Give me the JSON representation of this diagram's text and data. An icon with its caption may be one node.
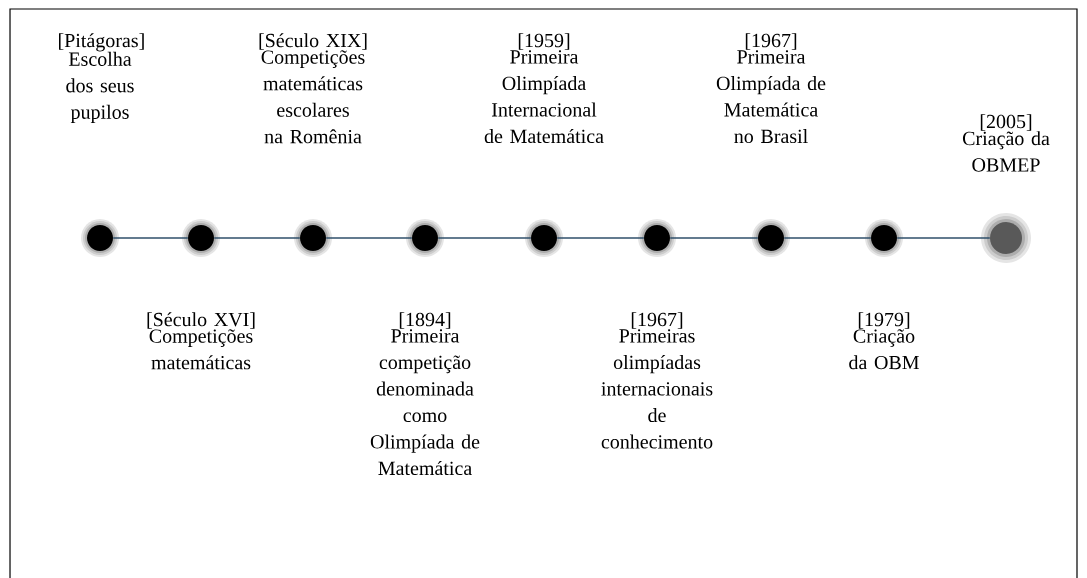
{
  "diagram": {
    "nodes": [
      {
        "text": [],
        "shape": "circle",
        "beside": [
          "[Pitágoras]",
          "Escolha dos seus pupilos"
        ]
      },
      {
        "text": [],
        "shape": "circle",
        "beside": [
          "[Século XVI]",
          "Competições matemáticas"
        ]
      },
      {
        "text": [],
        "shape": "circle",
        "beside": [
          "[Século XIX]",
          "Competições matemáticas escolares na Romênia"
        ]
      },
      {
        "text": [],
        "shape": "circle",
        "beside": [
          "[1894]",
          "Primeira competição denominada como Olimpíada de Matemática"
        ]
      },
      {
        "text": [],
        "shape": "circle",
        "beside": [
          "[1959]",
          "Primeira Olimpíada Internacional de Matemática"
        ]
      },
      {
        "text": [],
        "shape": "circle",
        "beside": [
          "[1967]",
          "Primeiras olimpíadas internacionais de conhecimento"
        ]
      },
      {
        "text": [],
        "shape": "circle",
        "beside": [
          "[1967]",
          "Primeira Olimpíada de Matemática no Brasil"
        ]
      },
      {
        "text": [],
        "shape": "circle",
        "beside": [
          "[1979]",
          "Criação da OBM"
        ]
      },
      {
        "text": [],
        "shape": "circle",
        "beside": [
          "[2005]",
          "Criação da OBMEP"
        ]
      }
    ],
    "edges": [
      {
        "from": 0,
        "to": 1,
        "arrow": "none"
      },
      {
        "from": 1,
        "to": 2,
        "arrow": "none"
      },
      {
        "from": 2,
        "to": 3,
        "arrow": "none"
      },
      {
        "from": 3,
        "to": 4,
        "arrow": "none"
      },
      {
        "from": 4,
        "to": 5,
        "arrow": "none"
      },
      {
        "from": 5,
        "to": 6,
        "arrow": "none"
      },
      {
        "from": 6,
        "to": 7,
        "arrow": "none"
      },
      {
        "from": 7,
        "to": 8,
        "arrow": "none"
      }
    ]
  }
}
